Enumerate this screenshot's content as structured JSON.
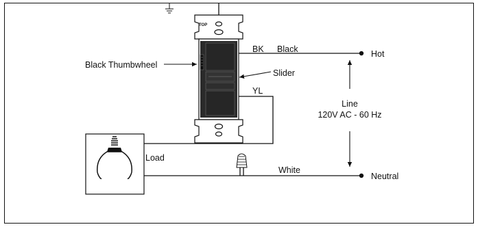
{
  "labels": {
    "thumbwheel": "Black Thumbwheel",
    "bk": "BK",
    "black": "Black",
    "hot": "Hot",
    "slider": "Slider",
    "yl": "YL",
    "line": "Line",
    "voltage": "120V AC - 60 Hz",
    "load": "Load",
    "white": "White",
    "neutral": "Neutral",
    "top": "TOP"
  },
  "colors": {
    "line": "#111111",
    "background": "#ffffff"
  }
}
